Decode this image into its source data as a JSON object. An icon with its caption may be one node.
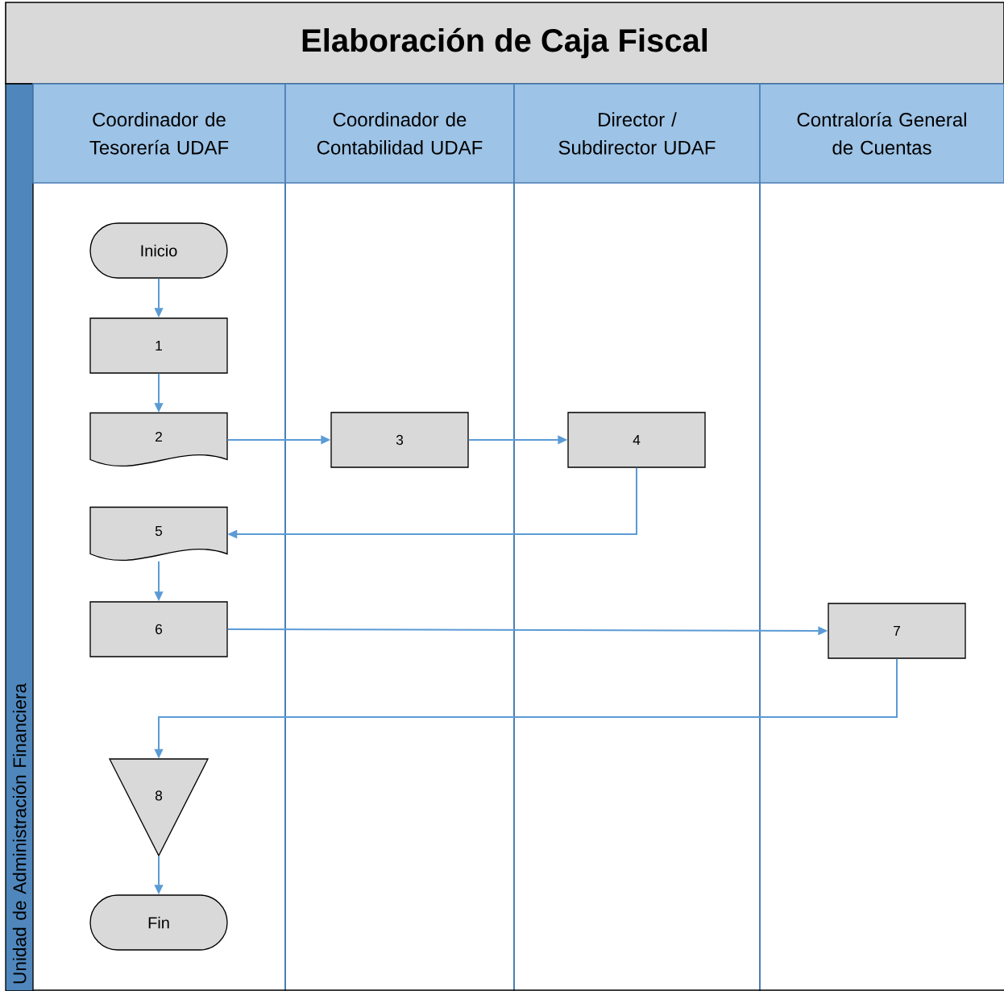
{
  "diagram": {
    "title": "Elaboración de Caja Fiscal",
    "nodes": [
      {
        "text": [
          "Unidad de Administración Financiera"
        ]
      },
      {
        "text": [
          "Coordinador de Tesorería UDAF"
        ]
      },
      {
        "text": [
          "Coordinador de Contabilidad UDAF"
        ]
      },
      {
        "text": [
          "Director / Subdirector UDAF"
        ]
      },
      {
        "text": [
          "Contraloría General de Cuentas"
        ]
      },
      {
        "text": [
          "Inicio"
        ]
      },
      {
        "text": [
          "1"
        ]
      },
      {
        "text": [
          "2"
        ]
      },
      {
        "text": [
          "3"
        ]
      },
      {
        "text": [
          "4"
        ]
      },
      {
        "text": [
          "5"
        ]
      },
      {
        "text": [
          "6"
        ]
      },
      {
        "text": [
          "7"
        ]
      },
      {
        "text": [
          "8"
        ]
      },
      {
        "text": [
          "Fin"
        ]
      }
    ],
    "edges": [
      {
        "from": 5,
        "to": 6,
        "arrow": "to"
      },
      {
        "from": 6,
        "to": 7,
        "arrow": "to"
      },
      {
        "from": 7,
        "to": 8,
        "arrow": "to"
      },
      {
        "from": 8,
        "to": 9,
        "arrow": "to"
      },
      {
        "from": 9,
        "to": 10,
        "arrow": "to"
      },
      {
        "from": 10,
        "to": 11,
        "arrow": "to"
      },
      {
        "from": 11,
        "to": 12,
        "arrow": "to"
      },
      {
        "from": 12,
        "to": 13,
        "arrow": "to"
      },
      {
        "from": 13,
        "to": 14,
        "arrow": "to"
      }
    ]
  }
}
